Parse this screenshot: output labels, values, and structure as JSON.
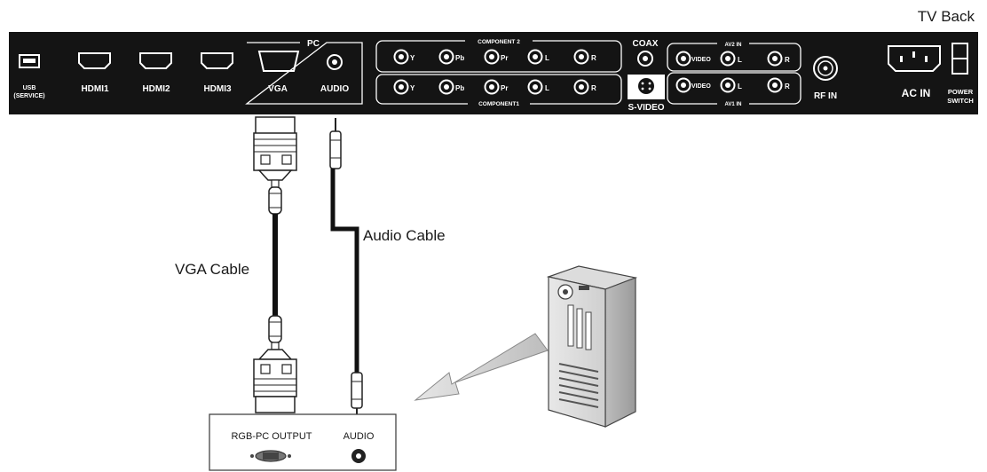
{
  "diagram": {
    "tv_back_label": "TV Back",
    "panel": {
      "usb": [
        "USB",
        "(SERVICE)"
      ],
      "hdmi": [
        "HDMI1",
        "HDMI2",
        "HDMI3"
      ],
      "pc_group": "PC",
      "vga": "VGA",
      "audio": "AUDIO",
      "component2": "COMPONENT 2",
      "component1": "COMPONENT1",
      "component_jacks": [
        "Y",
        "Pb",
        "Pr",
        "L",
        "R"
      ],
      "coax": "COAX",
      "svideo": "S-VIDEO",
      "av2": "AV2 IN",
      "av1": "AV1 IN",
      "av_jacks": [
        "VIDEO",
        "L",
        "R"
      ],
      "rf_in": "RF IN",
      "ac_in": "AC IN",
      "power_switch": [
        "POWER",
        "SWITCH"
      ]
    },
    "cables": {
      "vga_cable": "VGA Cable",
      "audio_cable": "Audio Cable"
    },
    "pc_outputs": {
      "rgb_pc_output": "RGB-PC OUTPUT",
      "audio": "AUDIO"
    }
  }
}
